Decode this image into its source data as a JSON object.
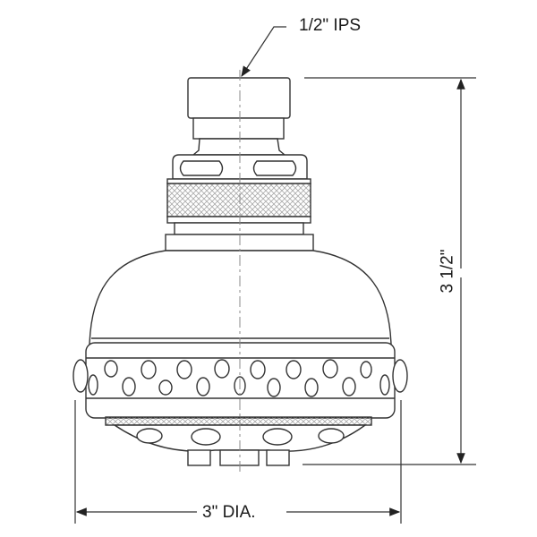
{
  "drawing": {
    "dimensions": {
      "inlet": "1/2\" IPS",
      "height": "3 1/2\"",
      "diameter": "3\" DIA."
    }
  },
  "colors": {
    "line": "#333333",
    "knurl": "#bbbbbb",
    "centerline": "#888888"
  }
}
